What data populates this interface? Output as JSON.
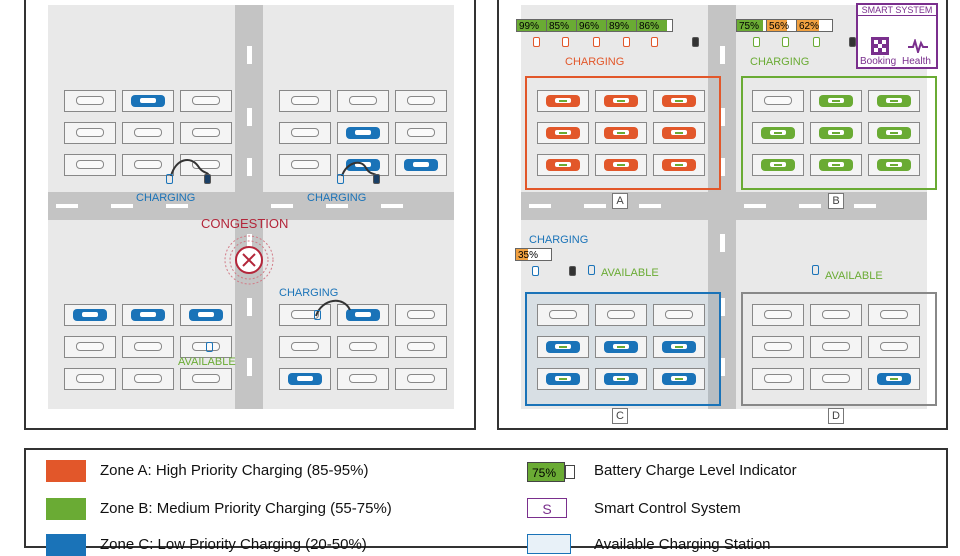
{
  "left": {
    "charging_labels": [
      "CHARGING",
      "CHARGING",
      "CHARGING"
    ],
    "congestion": "CONGESTION",
    "available": "AVAILABLE"
  },
  "right": {
    "zone_a_batteries": [
      "99%",
      "85%",
      "96%",
      "89%",
      "86%"
    ],
    "zone_b_batteries": [
      "75%",
      "56%",
      "62%"
    ],
    "zone_c_battery": "35%",
    "charging_a": "CHARGING",
    "charging_b": "CHARGING",
    "charging_c": "CHARGING",
    "available_c": "AVAILABLE",
    "available_d": "AVAILABLE",
    "zone_labels": [
      "A",
      "B",
      "C",
      "D"
    ],
    "smart_system": {
      "title": "SMART SYSTEM",
      "booking": "Booking",
      "health": "Health"
    }
  },
  "legend": {
    "zone_a": "Zone A: High Priority Charging (85-95%)",
    "zone_b": "Zone B: Medium Priority Charging (55-75%)",
    "zone_c": "Zone C: Low Priority Charging (20-50%)",
    "battery_indicator": "Battery Charge Level Indicator",
    "battery_sample": "75%",
    "smart_control": "Smart Control System",
    "smart_symbol": "S",
    "available_station": "Available Charging Station"
  },
  "colors": {
    "zone_a": "#e2572a",
    "zone_b": "#6aab34",
    "zone_c": "#1a73b8",
    "smart": "#7a2f8d",
    "congestion": "#b3263a"
  }
}
